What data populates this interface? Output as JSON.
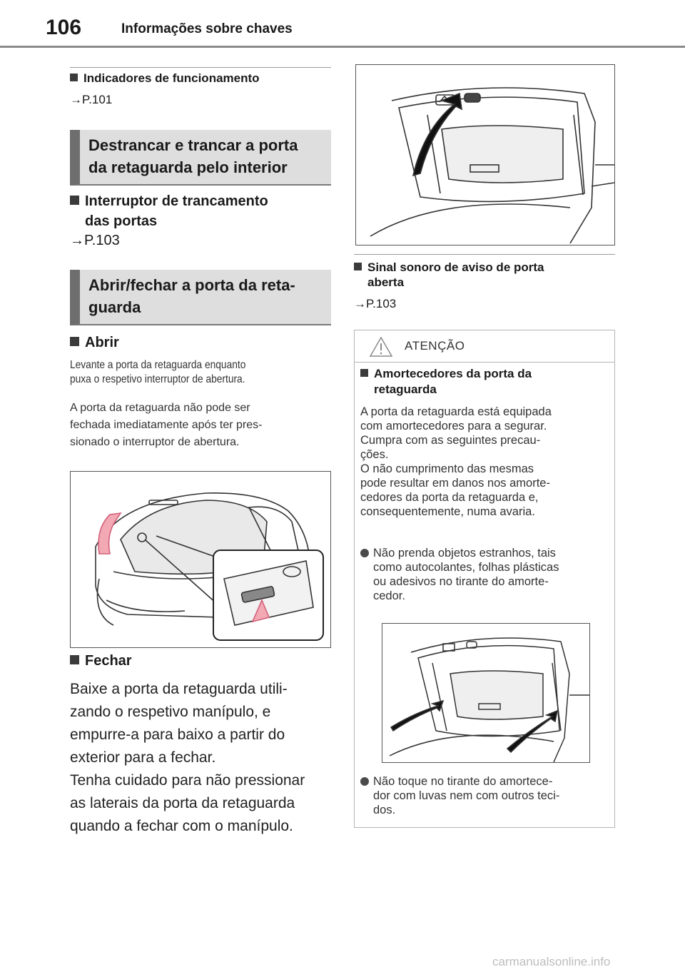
{
  "header": {
    "page_number": "106",
    "chapter_title": "Informações sobre chaves"
  },
  "left": {
    "indicators": {
      "heading": "Indicadores de funcionamento",
      "ref": "→P.101"
    },
    "banner_unlock": {
      "line1": "Destrancar e trancar a porta",
      "line2": "da retaguarda pelo interior"
    },
    "door_switch": {
      "line1": "Interruptor de trancamento",
      "line2": "das portas",
      "ref": "→P.103"
    },
    "banner_open": {
      "line1": "Abrir/fechar a porta da reta-",
      "line2": "guarda"
    },
    "open": {
      "heading": "Abrir",
      "instr1": "Levante a porta da retaguarda enquanto",
      "instr2": "puxa o respetivo interruptor de abertura.",
      "note1": "A porta da retaguarda não pode ser",
      "note2": "fechada imediatamente após ter pres-",
      "note3": "sionado o interruptor de abertura."
    },
    "close": {
      "heading": "Fechar",
      "p1": "Baixe a porta da retaguarda utili-",
      "p2": "zando o respetivo manípulo, e",
      "p3": "empurre-a para baixo a partir do",
      "p4": "exterior para a fechar.",
      "p5": "Tenha cuidado para não pressionar",
      "p6": "as laterais da porta da retaguarda",
      "p7": "quando a fechar com o manípulo."
    }
  },
  "right": {
    "buzzer": {
      "line1": "Sinal sonoro de aviso de porta",
      "line2": "aberta",
      "ref": "→P.103"
    },
    "warning": {
      "label": "ATENÇÃO",
      "heading1": "Amortecedores da porta da",
      "heading2": "retaguarda",
      "intro": [
        "A porta da retaguarda está equipada",
        "com amortecedores para a segurar.",
        "Cumpra com as seguintes precau-",
        "ções.",
        "O não cumprimento das mesmas",
        "pode resultar em danos nos amorte-",
        "cedores da porta da retaguarda e,",
        "consequentemente, numa avaria."
      ],
      "bullet1": [
        "Não prenda objetos estranhos, tais",
        "como autocolantes, folhas plásticas",
        "ou adesivos no tirante do amorte-",
        "cedor."
      ],
      "bullet2": [
        "Não toque no tirante do amortece-",
        "dor com luvas nem com outros teci-",
        "dos."
      ]
    }
  },
  "footer": {
    "watermark": "carmanualsonline.info"
  }
}
